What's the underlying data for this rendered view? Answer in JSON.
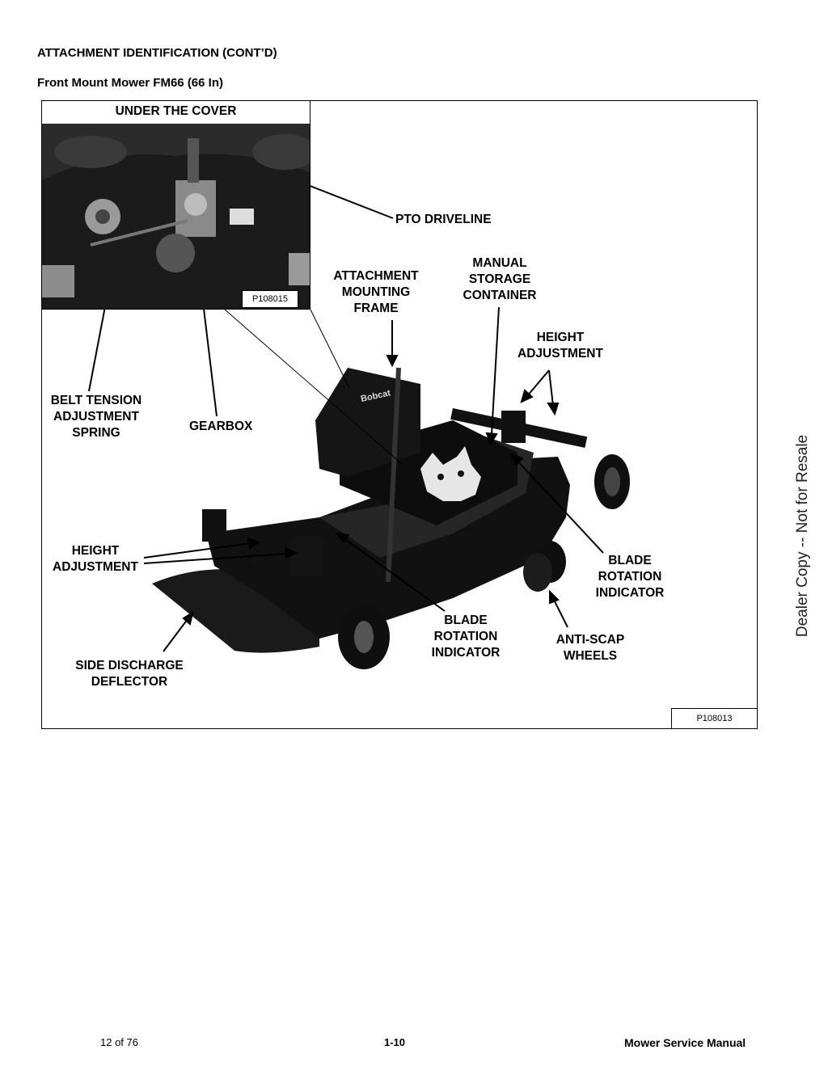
{
  "header": {
    "section_title": "ATTACHMENT IDENTIFICATION (CONT’D)",
    "sub_title": "Front Mount Mower FM66 (66 In)"
  },
  "figure": {
    "inset_title": "UNDER THE COVER",
    "inset_code": "P108015",
    "main_code": "P108013",
    "labels": {
      "pto_driveline": "PTO DRIVELINE",
      "attachment_mounting_frame": "ATTACHMENT\nMOUNTING\nFRAME",
      "manual_storage_container": "MANUAL\nSTORAGE\nCONTAINER",
      "height_adjustment_right": "HEIGHT\nADJUSTMENT",
      "belt_tension": "BELT TENSION\nADJUSTMENT\nSPRING",
      "gearbox": "GEARBOX",
      "height_adjustment_left": "HEIGHT\nADJUSTMENT",
      "blade_rotation_right": "BLADE\nROTATION\nINDICATOR",
      "blade_rotation_center": "BLADE\nROTATION\nINDICATOR",
      "anti_scap_wheels": "ANTI-SCAP\nWHEELS",
      "side_discharge": "SIDE DISCHARGE\nDEFLECTOR"
    },
    "deck_logo_text": "Bobcat"
  },
  "watermark": "Dealer Copy -- Not for Resale",
  "footer": {
    "page_count": "12 of 76",
    "page_number": "1-10",
    "manual_title": "Mower Service Manual"
  }
}
